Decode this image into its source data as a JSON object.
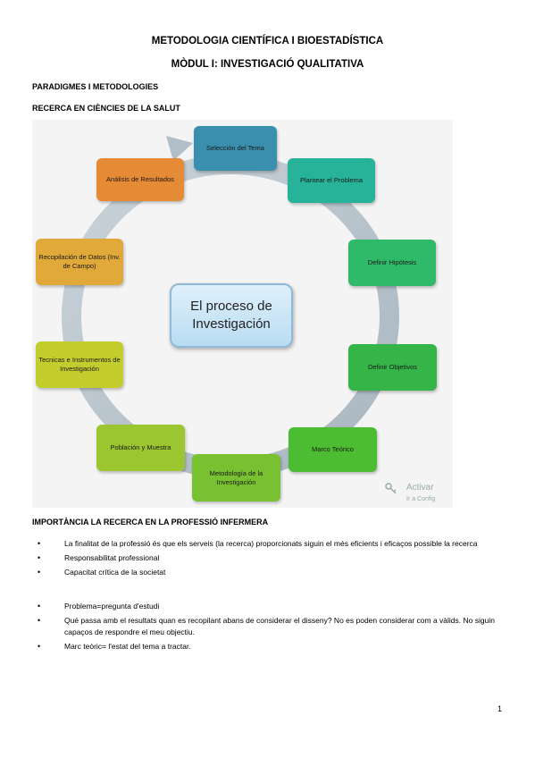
{
  "title_line1": "METODOLOGIA CIENTÍFICA I BIOESTADÍSTICA",
  "title_line2": "MÒDUL I: INVESTIGACIÓ QUALITATIVA",
  "heading_paradigms": "PARADIGMES I METODOLOGIES",
  "heading_research": "RECERCA EN CIÈNCIES DE LA SALUT",
  "diagram": {
    "center_line1": "El proceso de",
    "center_line2": "Investigación",
    "steps": [
      {
        "label": "Selección del Tema",
        "color": "#3a8fae"
      },
      {
        "label": "Plantear el Problema",
        "color": "#27b39a"
      },
      {
        "label": "Definir Hipótesis",
        "color": "#2fba6a"
      },
      {
        "label": "Definir Objetivos",
        "color": "#35b548"
      },
      {
        "label": "Marco Teórico",
        "color": "#4cbc33"
      },
      {
        "label": "Metodología de la Investigación",
        "color": "#78c130"
      },
      {
        "label": "Población y Muestra",
        "color": "#9cc630"
      },
      {
        "label": "Tecnicas e Instrumentos de Investigación",
        "color": "#c4cd2e"
      },
      {
        "label": "Recopilación de Datos (Inv. de Campo)",
        "color": "#e0a93a"
      },
      {
        "label": "Análisis de Resultados",
        "color": "#e58a35"
      }
    ],
    "watermark_line1": "Activar",
    "watermark_line2": "Ir a Config"
  },
  "heading_importance": "IMPORTÀNCIA LA RECERCA EN LA PROFESSIÓ INFERMERA",
  "list1": [
    "La finalitat de la professió és que els serveis (la recerca) proporcionats siguin el més eficients i eficaços possible la recerca",
    "Responsabilitat professional",
    "Capacitat crítica de la societat"
  ],
  "list2": [
    "Problema=pregunta d'estudi",
    "Qué passa amb el resultats quan es recopilant abans de considerar el disseny? No es poden considerar com a vàlids. No siguin capaços de respondre el meu objectiu.",
    "Marc teòric= l'estat del tema a tractar."
  ],
  "page_number": "1"
}
